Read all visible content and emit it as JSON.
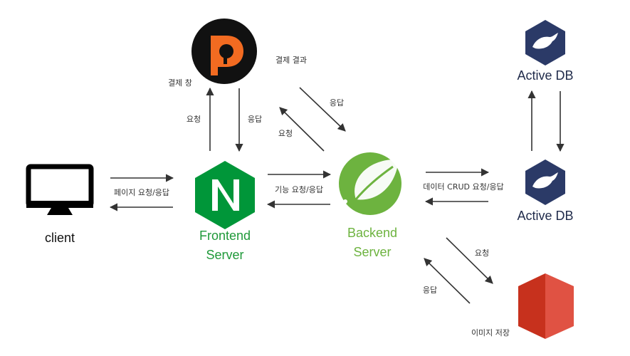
{
  "nodes": {
    "client": {
      "label": "client",
      "icon": "monitor-icon"
    },
    "frontend": {
      "label_line1": "Frontend",
      "label_line2": "Server",
      "icon": "nginx-icon"
    },
    "backend": {
      "label_line1": "Backend",
      "label_line2": "Server",
      "icon": "spring-leaf-icon"
    },
    "payment": {
      "icon": "payment-gateway-icon"
    },
    "db_top": {
      "label": "Active DB",
      "icon": "mariadb-seal-icon"
    },
    "db_mid": {
      "label": "Active DB",
      "icon": "mariadb-seal-icon"
    },
    "storage": {
      "icon": "s3-bucket-icon"
    }
  },
  "edge_labels": {
    "client_frontend": "페이지 요청/응답",
    "frontend_backend": "기능 요청/응답",
    "frontend_payment_request": "요청",
    "payment_frontend_response": "응답",
    "payment_window": "결제 창",
    "payment_result": "결제 결과",
    "backend_payment_request": "요청",
    "payment_backend_response": "응답",
    "backend_db": "데이터 CRUD 요청/응답",
    "backend_storage_request": "요청",
    "storage_backend_response": "응답",
    "image_store": "이미지 저장"
  },
  "colors": {
    "arrow": "#333333",
    "frontend_text": "#1f9939",
    "backend_text": "#6db33f",
    "db_text": "#1f2a4a",
    "nginx": "#009639",
    "spring": "#6db33f",
    "db_icon": "#2b3a67",
    "s3_dark": "#c7311d",
    "s3_light": "#e05243",
    "payment_circle": "#111111",
    "payment_orange": "#f26b21"
  }
}
